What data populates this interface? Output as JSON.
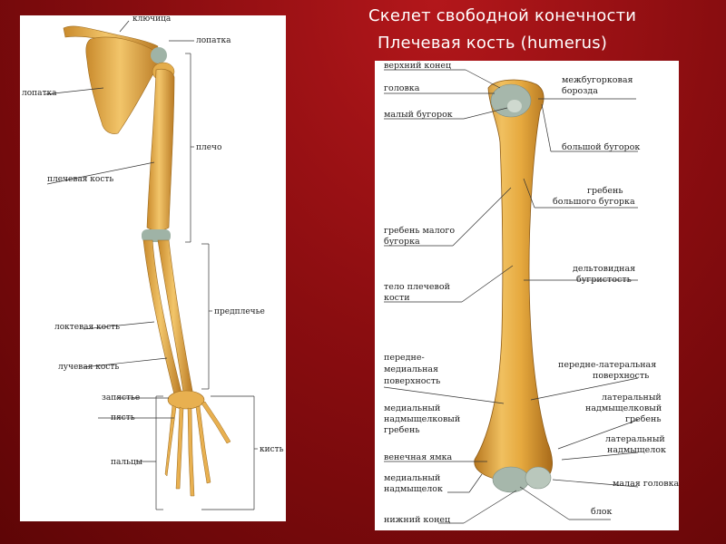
{
  "slide": {
    "title": "Скелет свободной конечности",
    "subtitle": "Плечевая кость (humerus)"
  },
  "colors": {
    "bone": "#e8b050",
    "bone_dark": "#b47a22",
    "cartilage": "#9fb3a6",
    "background": "#8a0d10"
  },
  "limb_diagram": {
    "labels": {
      "clavicle": "ключица",
      "scapula_top": "лопатка",
      "scapula_left": "лопатка",
      "shoulder": "плечо",
      "humerus": "плечевая кость",
      "forearm": "предплечье",
      "ulna": "локтевая кость",
      "radius": "лучевая кость",
      "wrist": "запястье",
      "metacarpus": "пясть",
      "hand": "кисть",
      "fingers": "пальцы"
    }
  },
  "humerus_diagram": {
    "left_labels": {
      "upper_end": "верхний конец",
      "head": "головка",
      "lesser_tubercle": "малый бугорок",
      "lesser_crest_1": "гребень малого",
      "lesser_crest_2": "бугорка",
      "body_1": "тело плечевой",
      "body_2": "кости",
      "ant_med_1": "передне-",
      "ant_med_2": "медиальная",
      "ant_med_3": "поверхность",
      "med_epicond_crest_1": "медиальный",
      "med_epicond_crest_2": "надмыщелковый",
      "med_epicond_crest_3": "гребень",
      "coronoid_fossa": "венечная ямка",
      "med_epicond_1": "медиальный",
      "med_epicond_2": "надмыщелок",
      "lower_end": "нижний конец"
    },
    "right_labels": {
      "intertubercular_1": "межбугорковая",
      "intertubercular_2": "борозда",
      "greater_tubercle": "большой бугорок",
      "greater_crest_1": "гребень",
      "greater_crest_2": "большого бугорка",
      "deltoid_1": "дельтовидная",
      "deltoid_2": "бугристость",
      "ant_lat_1": "передне-латеральная",
      "ant_lat_2": "поверхность",
      "lat_epicond_crest_1": "латеральный",
      "lat_epicond_crest_2": "надмыщелковый",
      "lat_epicond_crest_3": "гребень",
      "lat_epicond_1": "латеральный",
      "lat_epicond_2": "надмыщелок",
      "capitulum": "малая головка",
      "trochlea": "блок"
    }
  }
}
